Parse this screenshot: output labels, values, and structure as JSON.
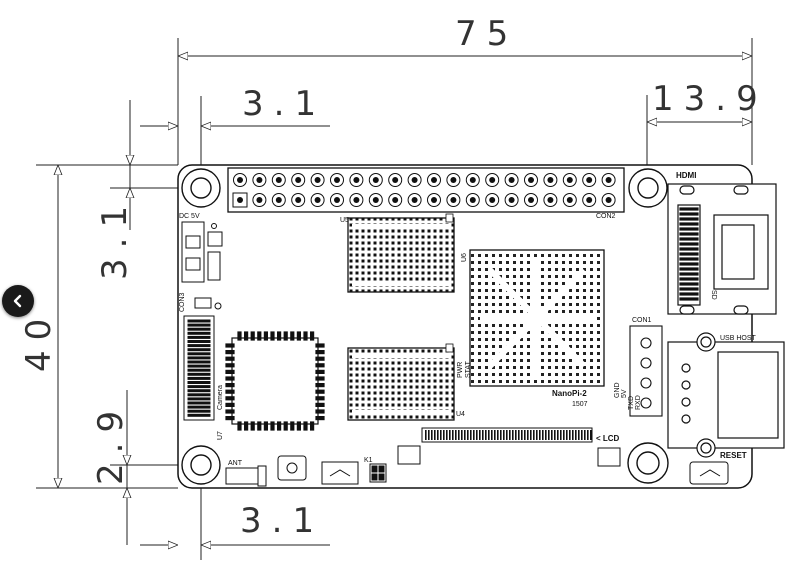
{
  "dimensions": {
    "width_total": "75",
    "hdmi_offset": "13.9",
    "hole_top_x": "3.1",
    "hole_top_y": "3.1",
    "height_total": "40",
    "hole_bottom_y": "2.9",
    "hole_bottom_x": "3.1"
  },
  "labels": {
    "hdmi": "HDMI",
    "con2": "CON2",
    "u5": "U5",
    "u4": "U4",
    "u6": "U6",
    "dc5v": "DC 5V",
    "con3": "CON3",
    "camera": "Camera",
    "u7": "U7",
    "ant": "ANT",
    "k1": "K1",
    "lcd": "< LCD",
    "reset": "RESET",
    "usb_host": "USB HOST",
    "con1": "CON1",
    "gnd": "GND",
    "v5": "5V",
    "txd": "TXD",
    "rxd": "RXD",
    "board_name": "NanoPi-2",
    "board_date": "1507",
    "pwr": "PWR",
    "stat": "STAT",
    "sd": "SD"
  },
  "icons": {
    "nav": "chevron-left-icon"
  }
}
